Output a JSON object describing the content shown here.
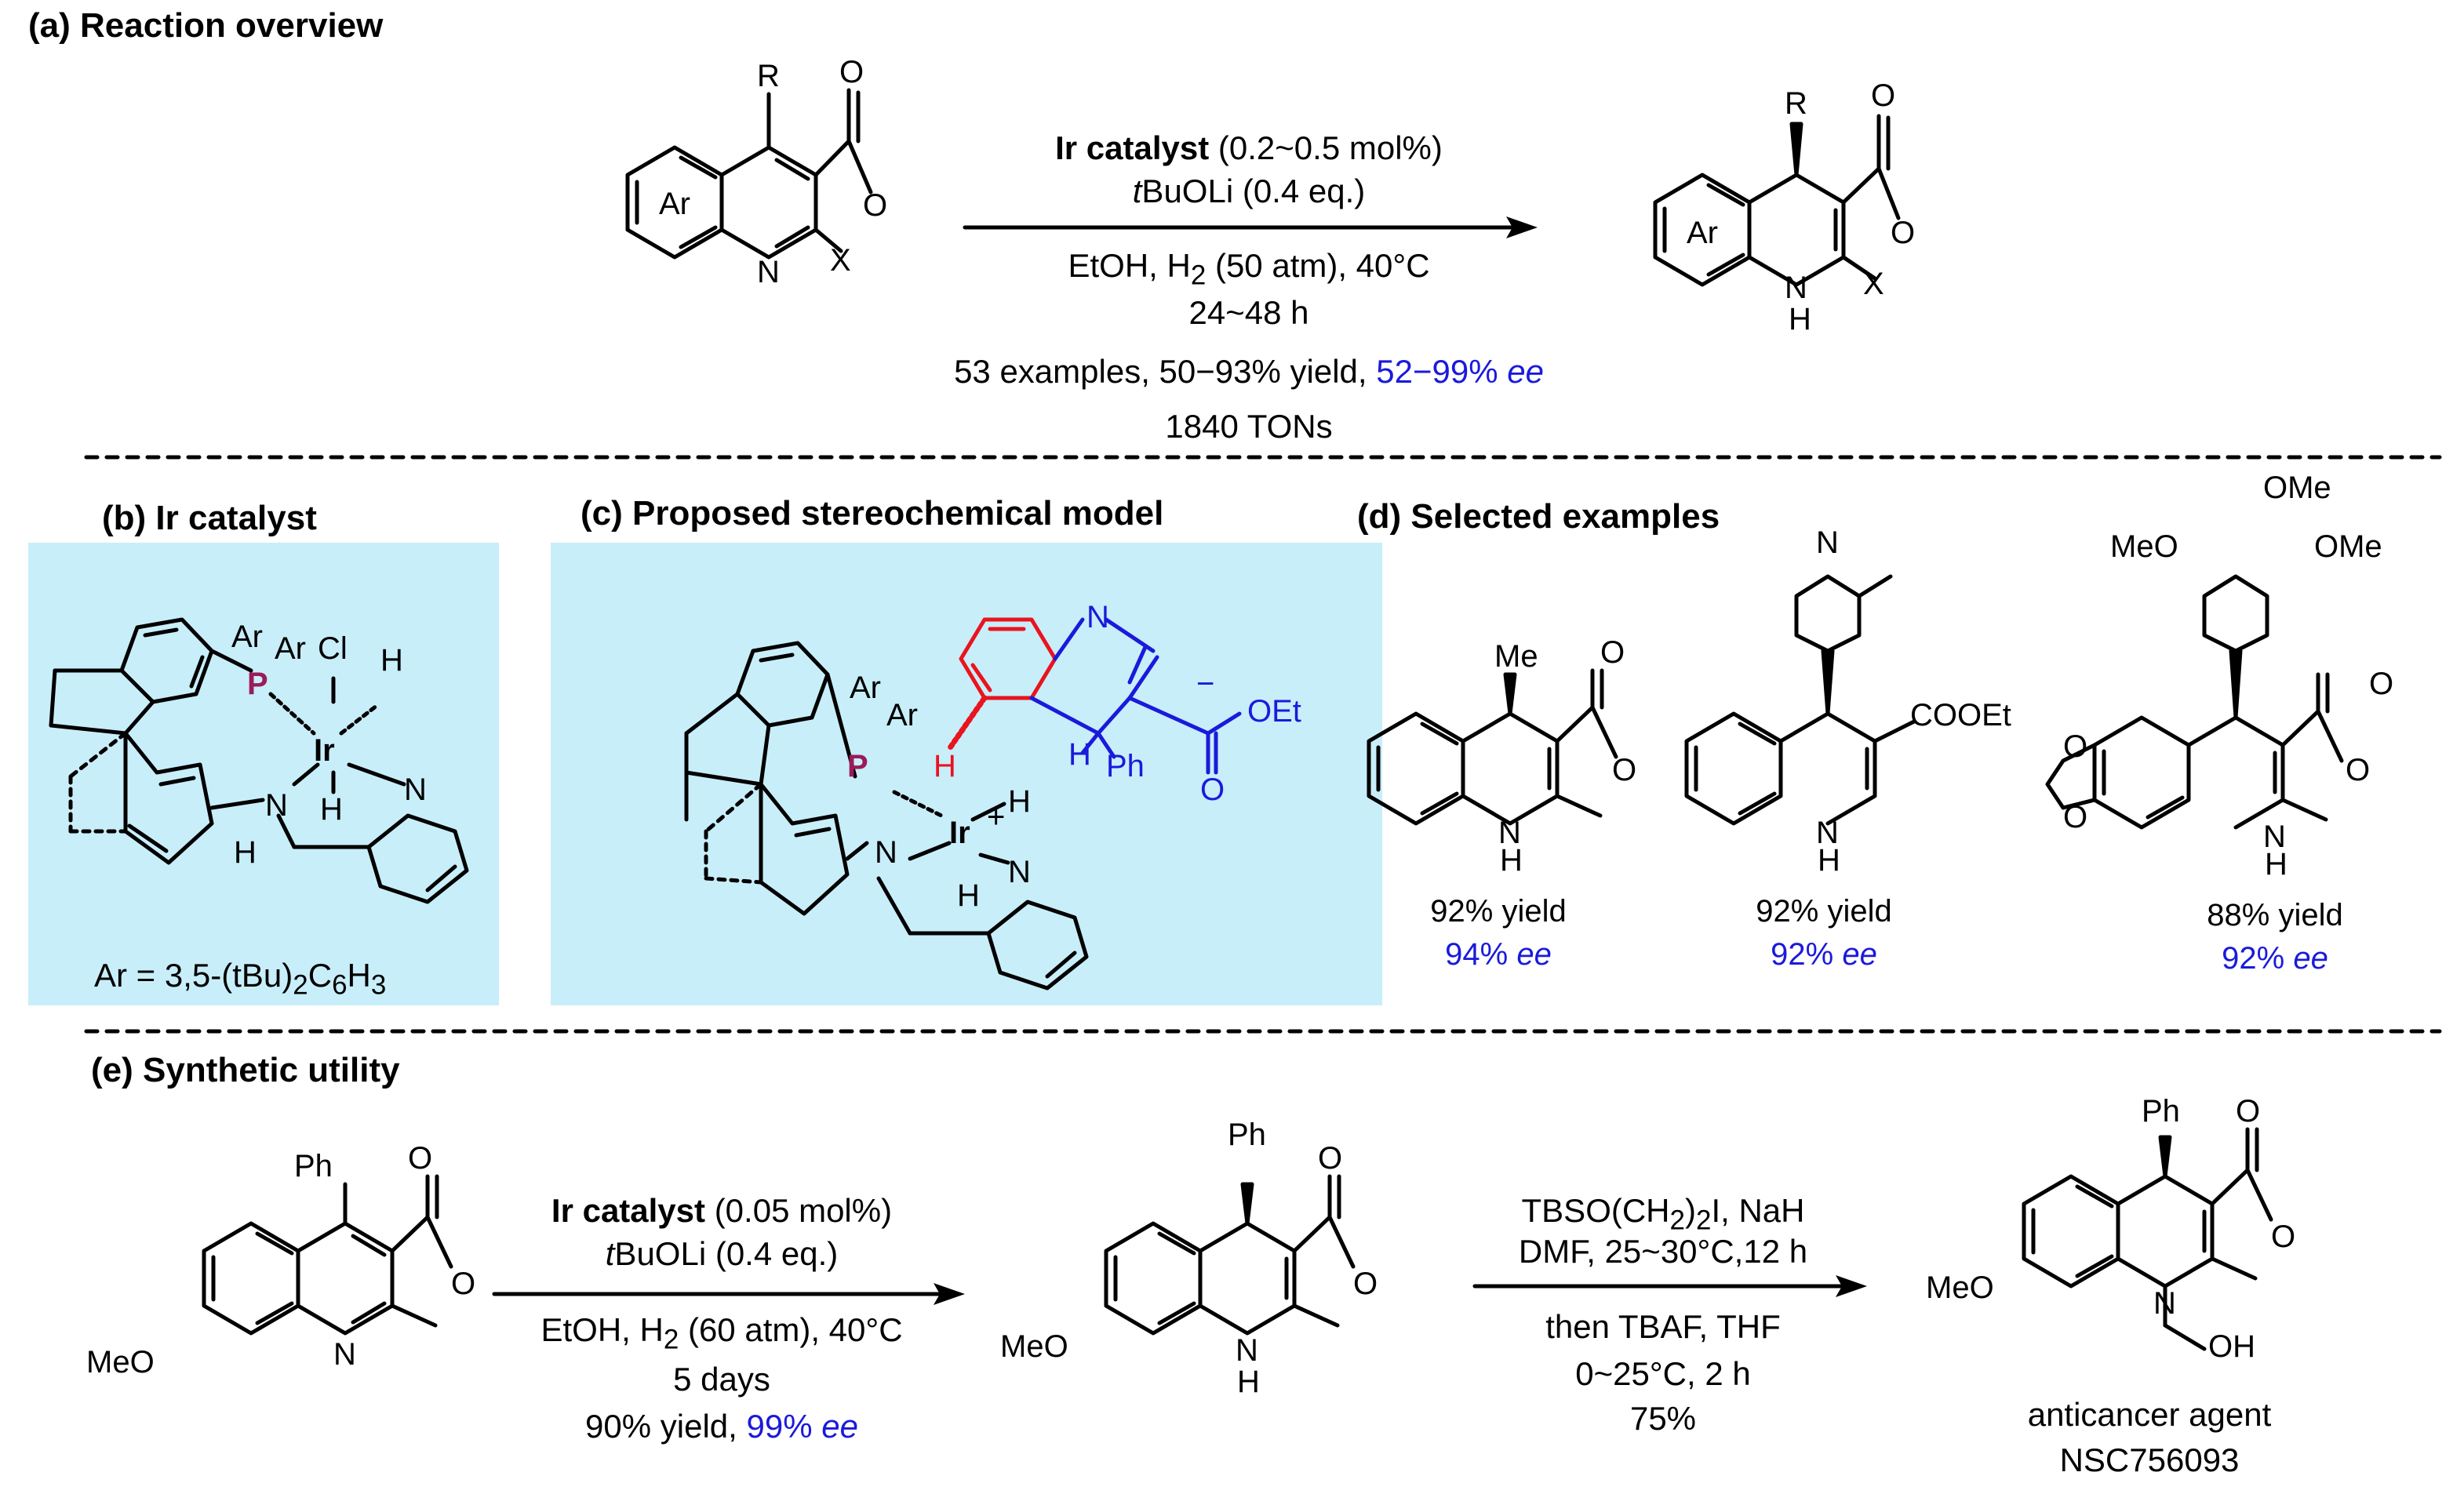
{
  "sections": {
    "a": "(a) Reaction overview",
    "b": "(b) Ir catalyst",
    "c": "(c) Proposed stereochemical model",
    "d": "(d) Selected examples",
    "e": "(e) Synthetic utility"
  },
  "overview": {
    "cat_bold": "Ir catalyst",
    "cat_rest": " (0.2~0.5 mol%)",
    "base_it": "t",
    "base_rest": "BuOLi (0.4 eq.)",
    "cond_a": "EtOH, H",
    "cond_sub": "2",
    "cond_b": " (50 atm), 40°C",
    "time": "24~48 h",
    "scope_black": "53 examples, 50−93% yield, ",
    "scope_blue": "52−99% ",
    "scope_ee": "ee",
    "ton": "1840 TONs"
  },
  "catalyst": {
    "ar_a": "Ar = 3,5-(tBu)",
    "ar_sub1": "2",
    "ar_b": "C",
    "ar_sub2": "6",
    "ar_c": "H",
    "ar_sub3": "3"
  },
  "examples": [
    {
      "yield": "92% yield",
      "ee_val": "94% ",
      "ee": "ee",
      "sub": "Me"
    },
    {
      "yield": "92% yield",
      "ee_val": "92% ",
      "ee": "ee",
      "sub": "COOEt"
    },
    {
      "yield": "88% yield",
      "ee_val": "92% ",
      "ee": "ee",
      "sub": "OMe"
    }
  ],
  "utility": {
    "step1_bold": "Ir catalyst",
    "step1_rest": " (0.05 mol%)",
    "step1_base_it": "t",
    "step1_base_rest": "BuOLi (0.4 eq.)",
    "step1_cond_a": "EtOH, H",
    "step1_cond_sub": "2",
    "step1_cond_b": " (60 atm), 40°C",
    "step1_time": "5 days",
    "step1_yield": "90% yield, ",
    "step1_ee_val": "99% ",
    "step1_ee": "ee",
    "step2_a": "TBSO(CH",
    "step2_sub1": "2",
    "step2_b": ")",
    "step2_sub2": "2",
    "step2_c": "I, NaH",
    "step2_l2": "DMF, 25~30°C,12 h",
    "step2_l3": "then TBAF, THF",
    "step2_l4": "0~25°C, 2 h",
    "step2_yield": "75%",
    "product_l1": "anticancer agent",
    "product_l2": "NSC756093"
  },
  "atoms": {
    "R": "R",
    "O": "O",
    "N": "N",
    "X": "X",
    "Ar": "Ar",
    "H": "H",
    "NH": "N",
    "P": "P",
    "Ir": "Ir",
    "Cl": "Cl",
    "Ph": "Ph",
    "Me": "Me",
    "MeO": "MeO",
    "OMe": "OMe",
    "OEt": "OEt",
    "OH": "OH",
    "plus": "+",
    "minus": "−",
    "tIt": "t"
  },
  "colors": {
    "blue": "#1a1adb",
    "red": "#e8141e",
    "purple": "#9b1b5a",
    "panel": "#c8eefa"
  }
}
